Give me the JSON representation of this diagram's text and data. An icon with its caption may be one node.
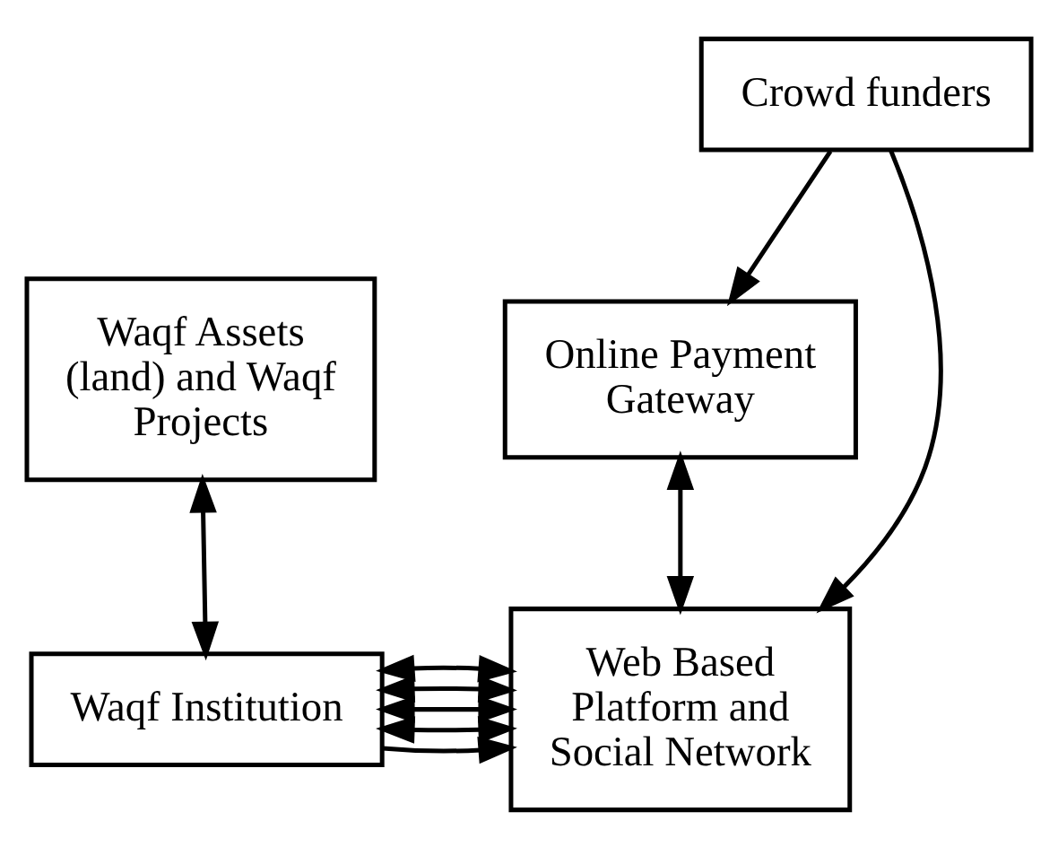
{
  "diagram": {
    "nodes": [
      {
        "text": [
          "Waqf Assets (land) and Waqf Projects"
        ]
      },
      {
        "text": [
          "Online Payment Gateway"
        ]
      },
      {
        "text": [
          "Waqf Institution"
        ]
      },
      {
        "text": [
          "Web Based Platform and Social Network"
        ]
      },
      {
        "text": [
          "Crowd funders"
        ]
      }
    ],
    "edges": [
      {
        "from": 0,
        "to": 2,
        "arrow": "both"
      },
      {
        "from": 1,
        "to": 3,
        "arrow": "both"
      },
      {
        "from": 4,
        "to": 1,
        "arrow": "to"
      },
      {
        "from": 2,
        "to": 3,
        "arrow": "to"
      },
      {
        "from": 2,
        "to": 3,
        "arrow": "both"
      },
      {
        "from": 2,
        "to": 3,
        "arrow": "both"
      },
      {
        "from": 2,
        "to": 3,
        "arrow": "both"
      },
      {
        "from": 2,
        "to": 3,
        "arrow": "both"
      },
      {
        "from": 4,
        "to": 3,
        "arrow": "to"
      }
    ]
  }
}
